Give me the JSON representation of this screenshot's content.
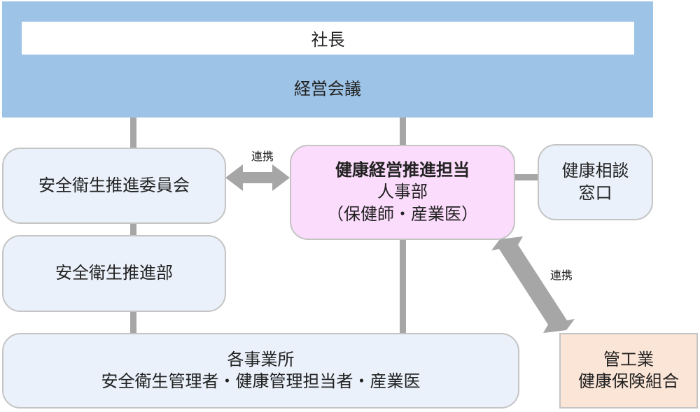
{
  "top": {
    "president": "社長",
    "meeting": "経営会議"
  },
  "boxes": {
    "committee": "安全衛生推進委員会",
    "department": "安全衛生推進部",
    "sites_line1": "各事業所",
    "sites_line2": "安全衛生管理者・健康管理担当者・産業医",
    "health_mgmt_title": "健康経営推進担当",
    "health_mgmt_line2": "人事部",
    "health_mgmt_line3": "（保健師・産業医）",
    "consult_line1": "健康相談",
    "consult_line2": "窓口",
    "union_line1": "管工業",
    "union_line2": "健康保険組合"
  },
  "links": {
    "left": "連携",
    "right": "連携"
  },
  "colors": {
    "top_band": "#9dc3e6",
    "box_fill": "#eaf1fa",
    "health_fill": "#fcdcfc",
    "union_fill": "#fbe5d6",
    "connector": "#a6a6a6"
  }
}
